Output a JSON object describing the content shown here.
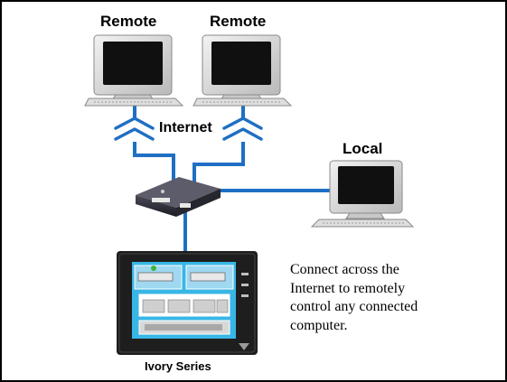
{
  "labels": {
    "remote_1": "Remote",
    "remote_2": "Remote",
    "internet": "Internet",
    "local": "Local",
    "panel": "Ivory Series"
  },
  "caption": {
    "lines": [
      "Connect across the",
      "Internet to remotely",
      "control any connected",
      "computer."
    ]
  },
  "colors": {
    "link": "#1f6fc4",
    "border": "#000000",
    "monitor_case": "#e4e4e4",
    "screen": "#101010",
    "panel_bezel": "#1e1e1e",
    "panel_screen": "#38b6e6",
    "router_body": "#2e2e3a"
  },
  "icons": {
    "remote_computer_1": "desktop-computer-icon",
    "remote_computer_2": "desktop-computer-icon",
    "local_computer": "desktop-computer-icon",
    "router": "router-icon",
    "panel": "touch-panel-hmi-icon",
    "internet_link": "lightning-break-icon"
  }
}
